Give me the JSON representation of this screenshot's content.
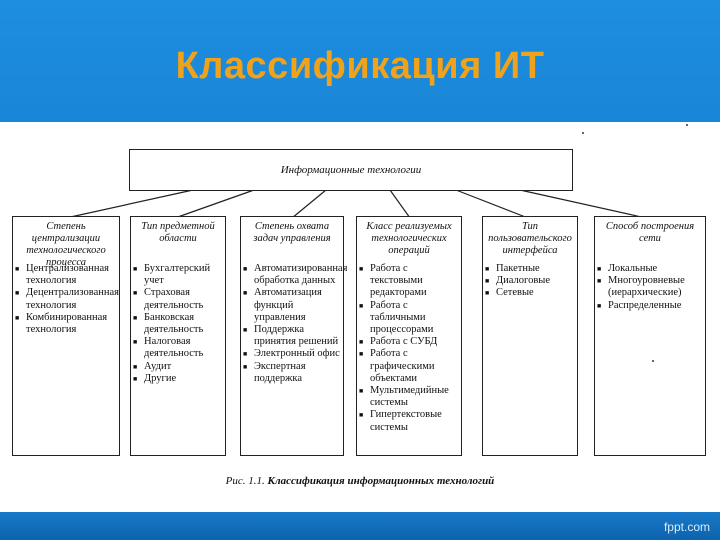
{
  "slide": {
    "title": "Классификация ИТ",
    "brand": "fppt.com"
  },
  "diagram": {
    "root": "Информационные технологии",
    "categories": [
      {
        "header": "Степень централизации технологического процесса",
        "items": [
          "Централизованная технология",
          "Децентрализованная технология",
          "Комбинированная технология"
        ]
      },
      {
        "header": "Тип предметной области",
        "items": [
          "Бухгалтерский учет",
          "Страховая деятельность",
          "Банковская деятельность",
          "Налоговая деятельность",
          "Аудит",
          "Другие"
        ]
      },
      {
        "header": "Степень охвата задач управления",
        "items": [
          "Автоматизированная обработка данных",
          "Автоматизация функций управления",
          "Поддержка принятия решений",
          "Электронный офис",
          "Экспертная поддержка"
        ]
      },
      {
        "header": "Класс реализуемых технологических операций",
        "items": [
          "Работа с текстовыми редакторами",
          "Работа с табличными процессорами",
          "Работа с СУБД",
          "Работа с графическими объектами",
          "Мультимедийные системы",
          "Гипертекстовые системы"
        ]
      },
      {
        "header": "Тип пользовательского интерфейса",
        "items": [
          "Пакетные",
          "Диалоговые",
          "Сетевые"
        ]
      },
      {
        "header": "Способ построения сети",
        "items": [
          "Локальные",
          "Многоуровневые (иерархические)",
          "Распределенные"
        ]
      }
    ],
    "caption_prefix": "Рис. 1.1.",
    "caption_text": "Классификация информационных технологий"
  }
}
